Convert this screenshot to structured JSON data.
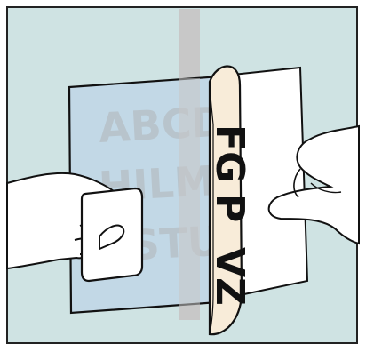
{
  "illustration": {
    "sheet_letters": [
      "ABCDE",
      "HILMN",
      "RSTU"
    ],
    "flipped_letters": [
      "FG",
      "P",
      "VZ"
    ],
    "colors": {
      "wall": "#cfe3e3",
      "border": "#222222",
      "frame": "#ffffff",
      "tape": "#c8c8c8",
      "transfer_sheet": "#bfd6e6",
      "backing_paper": "#f8ecd9",
      "outline": "#111111"
    },
    "icons": [
      "left-hand-icon",
      "right-hand-icon",
      "squeegee-icon"
    ]
  }
}
